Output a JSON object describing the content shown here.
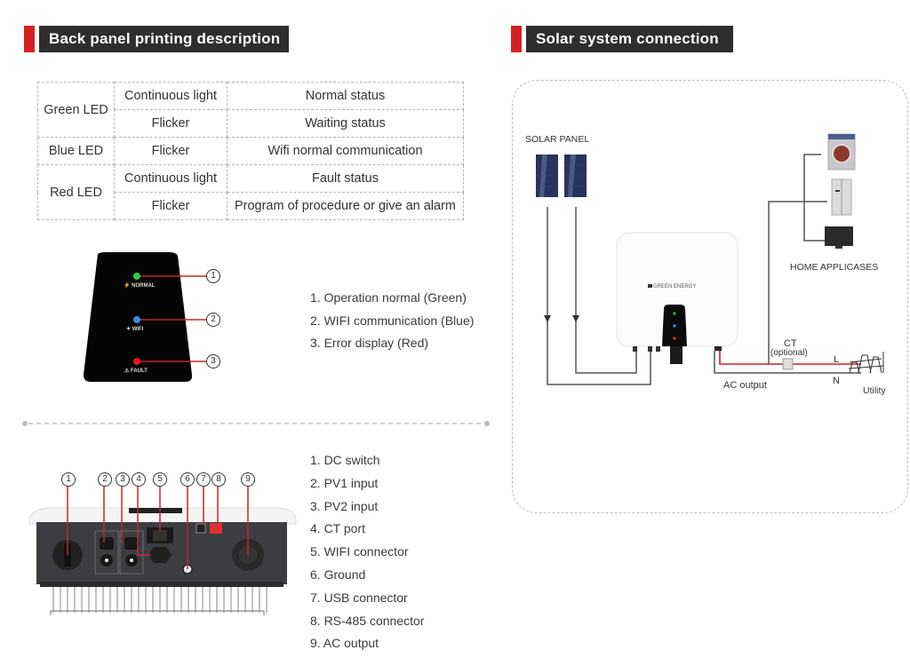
{
  "left_section": {
    "title": "Back panel printing description",
    "led_table": {
      "rows": [
        {
          "led": "Green LED",
          "mode": "Continuous light",
          "meaning": "Normal status"
        },
        {
          "led": "",
          "mode": "Flicker",
          "meaning": "Waiting status"
        },
        {
          "led": "Blue LED",
          "mode": "Flicker",
          "meaning": "Wifi normal communication"
        },
        {
          "led": "Red LED",
          "mode": "Continuous light",
          "meaning": "Fault status"
        },
        {
          "led": "",
          "mode": "Flicker",
          "meaning": "Program of procedure or give an alarm"
        }
      ]
    },
    "indicator_panel": {
      "labels": [
        "NORMAL",
        "WIFI",
        "FAULT"
      ],
      "callouts": [
        "1",
        "2",
        "3"
      ],
      "colors": {
        "normal": "#2ecc40",
        "wifi": "#2f8ff0",
        "fault": "#e81818"
      }
    },
    "indicator_list": [
      "1.  Operation normal (Green)",
      "2.  WIFI communication (Blue)",
      "3.  Error display (Red)"
    ],
    "bottom_callouts": [
      "1",
      "2",
      "3",
      "4",
      "5",
      "6",
      "7",
      "8",
      "9"
    ],
    "port_list": [
      "1.  DC switch",
      "2.  PV1 input",
      "3.  PV2 input",
      "4.  CT port",
      "5.  WIFI connector",
      "6.  Ground",
      "7.  USB connector",
      "8.  RS-485 connector",
      "9.  AC  output"
    ]
  },
  "right_section": {
    "title": "Solar system connection",
    "solar_panel_label": "SOLAR PANEL",
    "home_label": "HOME APPLICASES",
    "brand": "GREEN ENERGY",
    "ct_label": "CT",
    "ct_optional": "(optional)",
    "line_l": "L",
    "line_n": "N",
    "ac_output": "AC output",
    "utility": "Utility"
  },
  "colors": {
    "accent": "#d42222",
    "header_bg": "#2e2e2e",
    "wire": "#555555",
    "live_wire": "#e01818"
  }
}
